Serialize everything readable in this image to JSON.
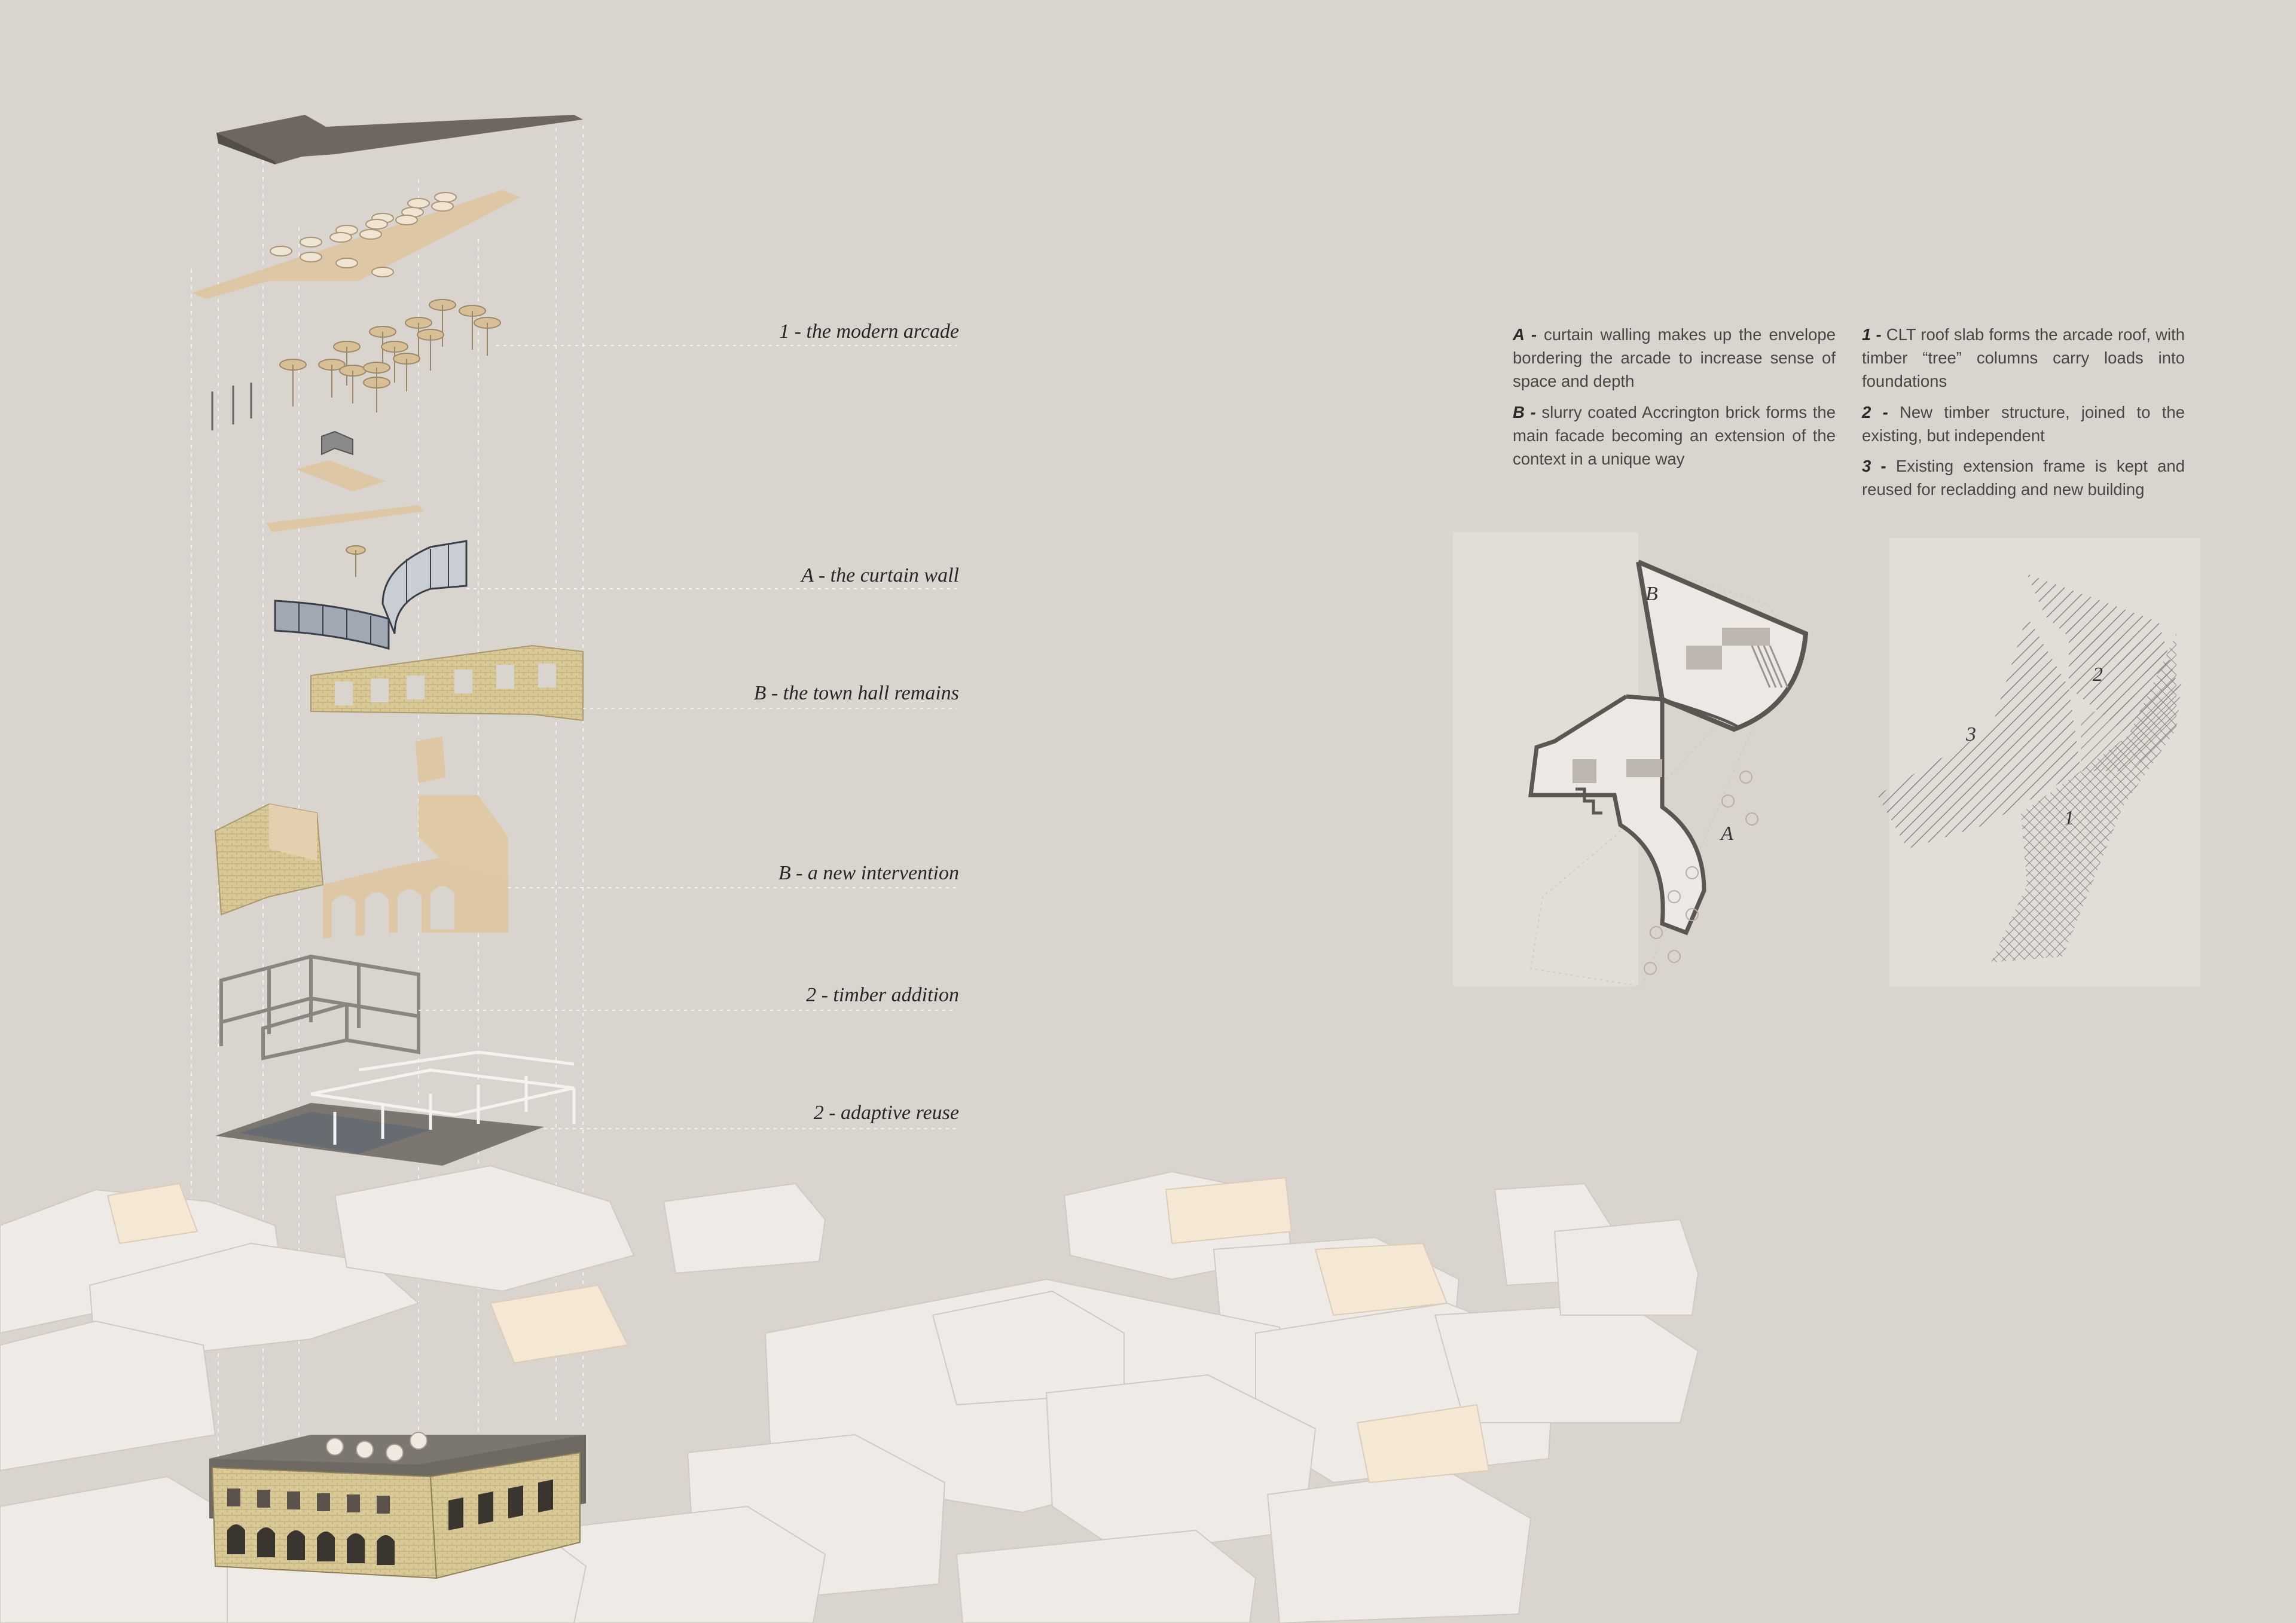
{
  "diagram": {
    "layer_labels": [
      "1 - the modern arcade",
      "A - the curtain wall",
      "B - the town hall remains",
      "B - a new intervention",
      "2 - timber addition",
      "2 - adaptive reuse"
    ],
    "notes_left": [
      {
        "key": "A -",
        "text": "curtain walling makes up the envelope bordering the arcade to increase sense of space and depth"
      },
      {
        "key": "B -",
        "text": "slurry coated Accrington brick forms the main facade becoming an extension of the context in a unique way"
      }
    ],
    "notes_right": [
      {
        "key": "1 -",
        "text": "CLT roof slab forms the arcade roof, with timber “tree” columns carry loads into foundations"
      },
      {
        "key": "2 -",
        "text": "New timber structure, joined to the existing, but independent"
      },
      {
        "key": "3 -",
        "text": "Existing extension frame is kept and reused for recladding and new building"
      }
    ],
    "plan_labels": {
      "plan_a_top": "B",
      "plan_a_side": "A",
      "plan_b_2": "2",
      "plan_b_3": "3",
      "plan_b_1": "1"
    },
    "colors": {
      "background": "#d9d4ce",
      "roof": "#6e6760",
      "clt": "#ddc7a5",
      "brick": "#d8c89a",
      "glass": "#6c7a8a",
      "context": "#efece8",
      "line": "#3a3530"
    }
  }
}
